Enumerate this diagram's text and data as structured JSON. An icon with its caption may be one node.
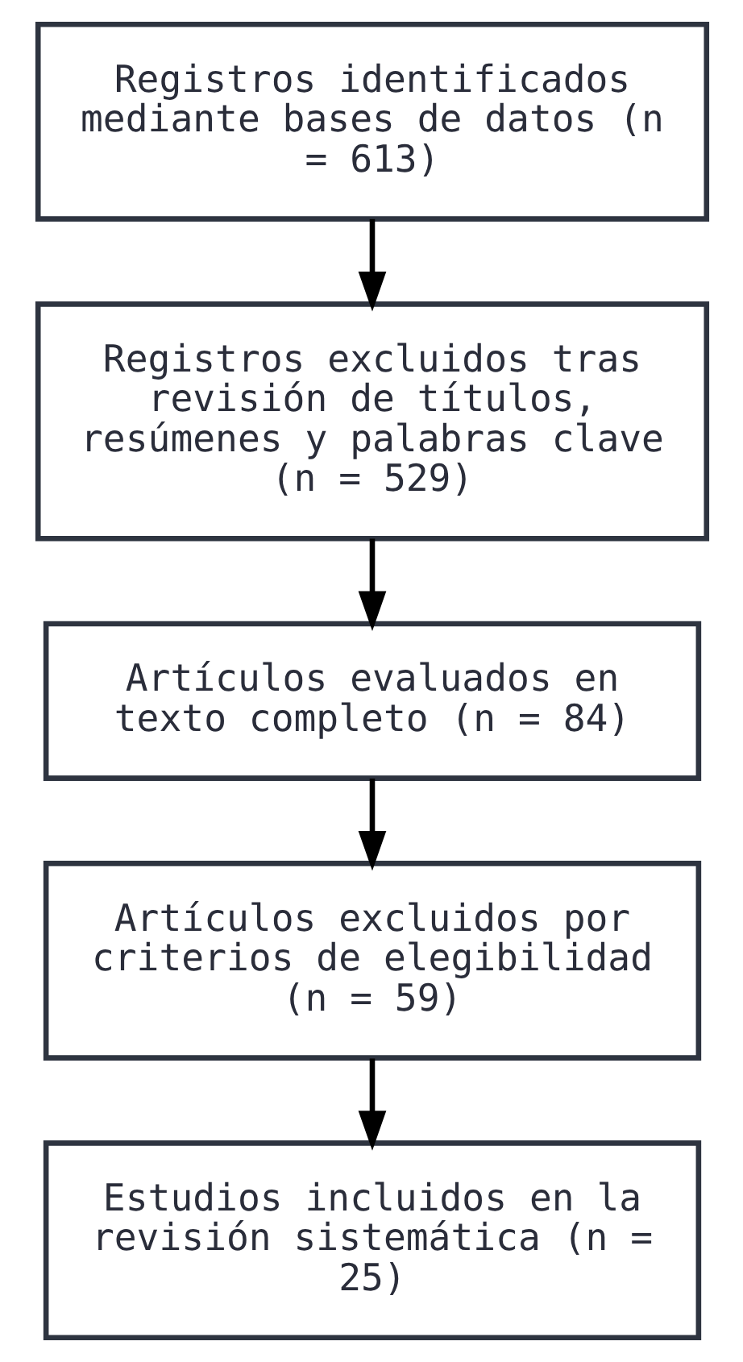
{
  "diagram": {
    "nodes": [
      {
        "text": [
          "Registros identificados mediante bases de datos (n = 613)"
        ]
      },
      {
        "text": [
          "Registros excluidos tras revisión de títulos, resúmenes y palabras clave (n = 529)"
        ]
      },
      {
        "text": [
          "Artículos evaluados en texto completo (n = 84)"
        ]
      },
      {
        "text": [
          "Artículos excluidos por criterios de elegibilidad (n = 59)"
        ]
      },
      {
        "text": [
          "Estudios incluidos en la revisión sistemática (n = 25)"
        ]
      }
    ],
    "edges": [
      {
        "from": 0,
        "to": 1,
        "arrow": "to"
      },
      {
        "from": 1,
        "to": 2,
        "arrow": "to"
      },
      {
        "from": 2,
        "to": 3,
        "arrow": "to"
      },
      {
        "from": 3,
        "to": 4,
        "arrow": "to"
      }
    ]
  }
}
